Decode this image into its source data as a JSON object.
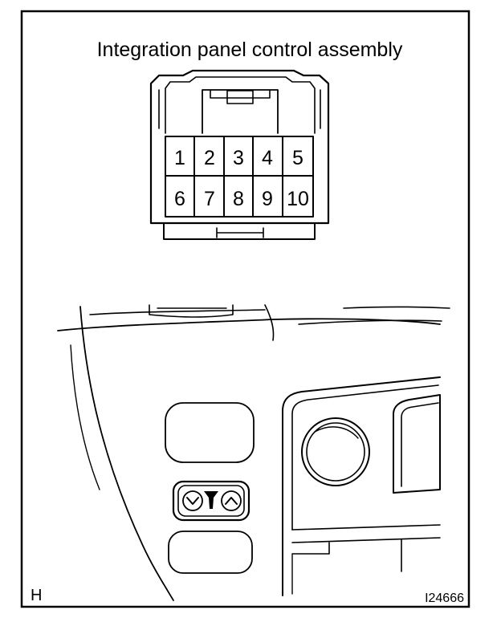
{
  "title": "Integration panel control assembly",
  "connector": {
    "pins_row1": [
      "1",
      "2",
      "3",
      "4",
      "5"
    ],
    "pins_row2": [
      "6",
      "7",
      "8",
      "9",
      "10"
    ]
  },
  "corner_letter": "H",
  "figure_number": "I24666"
}
